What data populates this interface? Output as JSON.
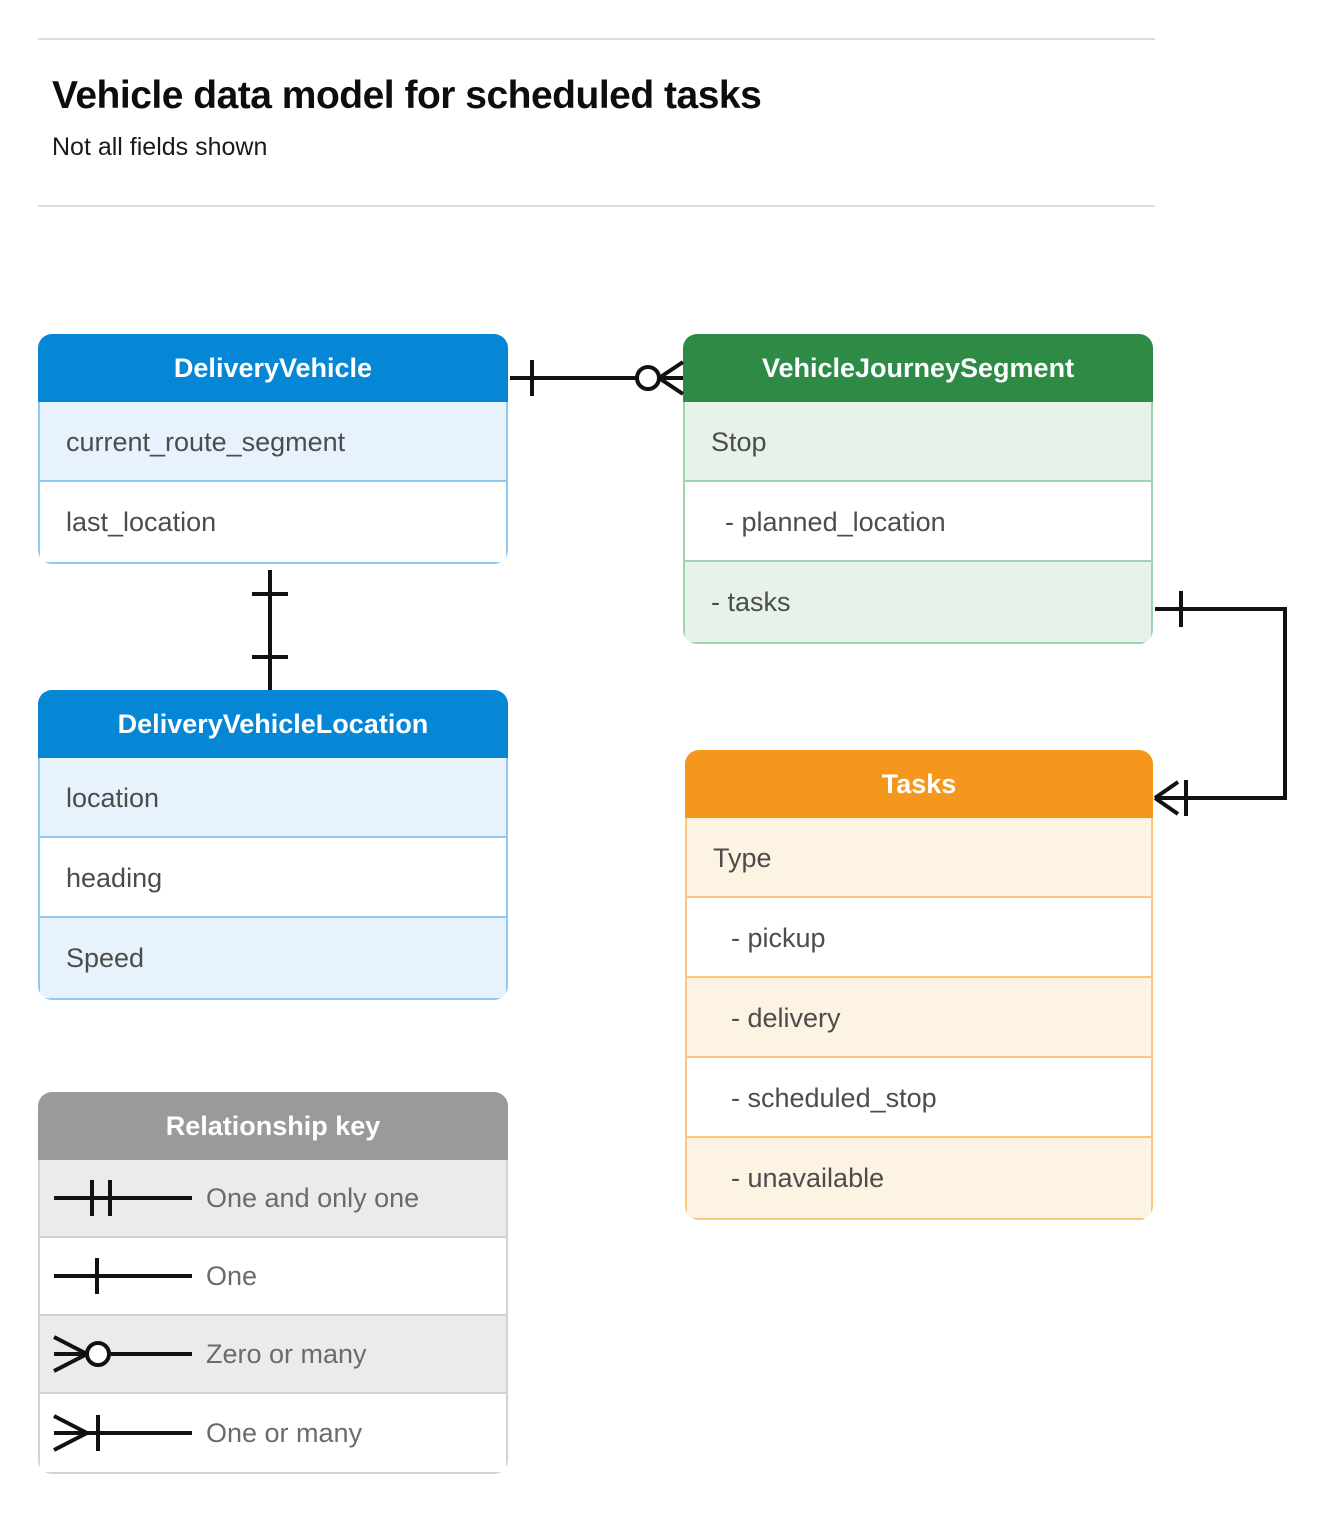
{
  "header": {
    "title": "Vehicle data model for scheduled tasks",
    "subtitle": "Not all fields shown"
  },
  "colors": {
    "blue": "#0687d6",
    "blue_row": "#e8f2fd",
    "blue_border": "#90c8ef",
    "green": "#2e8b46",
    "green_row": "#e7f3ea",
    "green_border": "#9dd3ae",
    "orange": "#f5971d",
    "orange_row": "#fdf3e3",
    "orange_border": "#fac87a",
    "gray": "#9a9a9a",
    "gray_row": "#ebebeb",
    "gray_border": "#d2d2d2",
    "rule": "#dadce0",
    "connector": "#111111",
    "field_text": "#4c4c4c",
    "legend_text": "#6b6b6b"
  },
  "entities": [
    {
      "key": "delivery_vehicle",
      "name": "DeliveryVehicle",
      "theme": "blue",
      "fields": [
        {
          "label": "current_route_segment",
          "style": "alt"
        },
        {
          "label": "last_location",
          "style": "plain"
        }
      ]
    },
    {
      "key": "vehicle_journey_segment",
      "name": "VehicleJourneySegment",
      "theme": "green",
      "fields": [
        {
          "label": "Stop",
          "style": "alt"
        },
        {
          "label": "-  planned_location",
          "style": "plain"
        },
        {
          "label": "- tasks",
          "style": "alt"
        }
      ]
    },
    {
      "key": "delivery_vehicle_location",
      "name": "DeliveryVehicleLocation",
      "theme": "blue",
      "fields": [
        {
          "label": "location",
          "style": "alt"
        },
        {
          "label": "heading",
          "style": "plain"
        },
        {
          "label": "Speed",
          "style": "alt"
        }
      ]
    },
    {
      "key": "tasks",
      "name": "Tasks",
      "theme": "orange",
      "fields": [
        {
          "label": "Type",
          "style": "alt"
        },
        {
          "label": "-  pickup",
          "style": "plain"
        },
        {
          "label": "-  delivery",
          "style": "alt"
        },
        {
          "label": "-  scheduled_stop",
          "style": "plain"
        },
        {
          "label": "-  unavailable",
          "style": "alt"
        }
      ]
    }
  ],
  "legend": {
    "title": "Relationship key",
    "rows": [
      {
        "symbol": "one-and-only-one-symbol",
        "label": "One and only one"
      },
      {
        "symbol": "one-symbol",
        "label": "One"
      },
      {
        "symbol": "zero-or-many-symbol",
        "label": "Zero or many"
      },
      {
        "symbol": "one-or-many-symbol",
        "label": "One or many"
      }
    ]
  },
  "relationships": [
    {
      "key": "vehicle-to-journey-segment",
      "from": "DeliveryVehicle",
      "to": "VehicleJourneySegment",
      "from_cardinality": "One",
      "to_cardinality": "Zero or many"
    },
    {
      "key": "vehicle-to-vehicle-location",
      "from": "DeliveryVehicle",
      "to": "DeliveryVehicleLocation",
      "from_cardinality": "One",
      "to_cardinality": "One"
    },
    {
      "key": "journey-segment-tasks-to-tasks",
      "from": "VehicleJourneySegment",
      "to": "Tasks",
      "from_cardinality": "One",
      "to_cardinality": "One or many"
    }
  ]
}
